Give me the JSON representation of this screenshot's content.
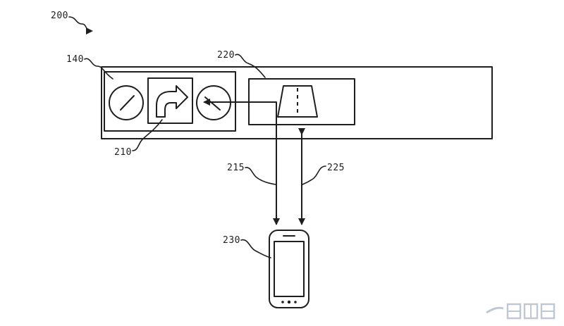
{
  "figure": {
    "reference_labels": {
      "system": "200",
      "cluster": "140",
      "navigation_display": "210",
      "controller": "220",
      "signal_down": "215",
      "signal_up": "225",
      "mobile_device": "230"
    },
    "icons": {
      "left_gauge": "gauge-icon",
      "turn_arrow": "turn-right-arrow-icon",
      "right_gauge": "gauge-icon",
      "road": "road-icon",
      "phone": "smartphone-icon"
    },
    "colors": {
      "ink": "#1e1e1e",
      "background": "#ffffff",
      "watermark": "#b9c3cf"
    }
  }
}
